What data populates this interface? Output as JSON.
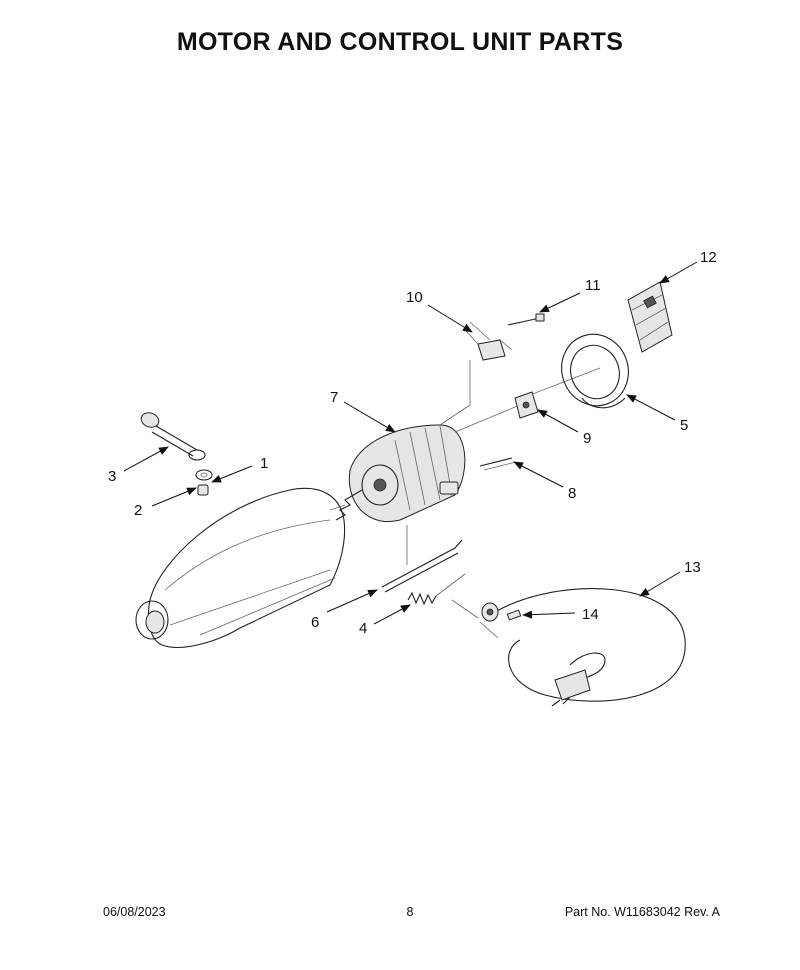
{
  "header": {
    "title": "MOTOR AND CONTROL UNIT PARTS"
  },
  "callouts": [
    "1",
    "2",
    "3",
    "4",
    "5",
    "6",
    "7",
    "8",
    "9",
    "10",
    "11",
    "12",
    "13",
    "14"
  ],
  "footer": {
    "date": "06/08/2023",
    "page": "8",
    "part_number": "Part No.  W11683042  Rev.  A"
  }
}
